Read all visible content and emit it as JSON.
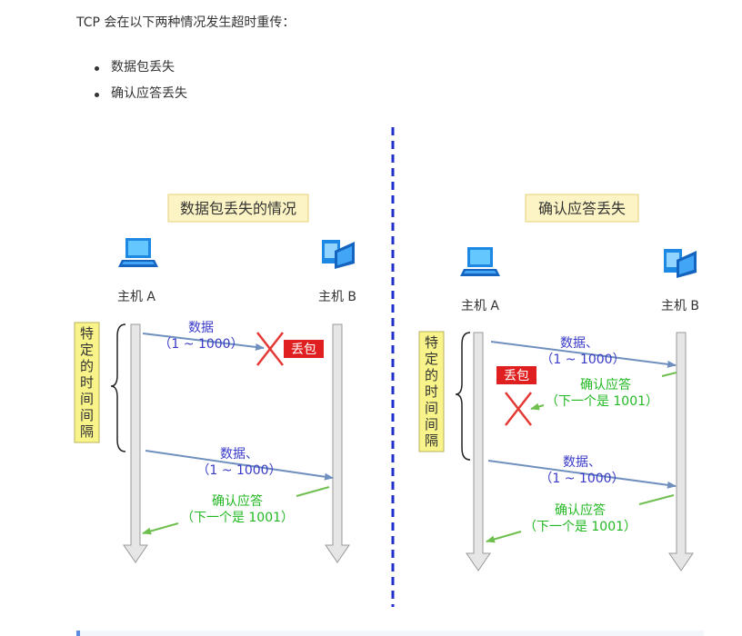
{
  "intro": "TCP 会在以下两种情况发生超时重传：",
  "bullets": [
    "数据包丢失",
    "确认应答丢失"
  ],
  "left_panel": {
    "title": "数据包丢失的情况",
    "host_a": "主机 A",
    "host_b": "主机 B",
    "interval_label": [
      "特",
      "定",
      "的",
      "时",
      "间",
      "间",
      "隔"
    ],
    "msg1_line1": "数据",
    "msg1_line2": "（1 ~ 1000）",
    "lost_badge": "丢包",
    "msg2_line1": "数据、",
    "msg2_line2": "（1 ~ 1000）",
    "ack_line1": "确认应答",
    "ack_line2": "（下一个是 1001）"
  },
  "right_panel": {
    "title": "确认应答丢失",
    "host_a": "主机 A",
    "host_b": "主机 B",
    "interval_label": [
      "特",
      "定",
      "的",
      "时",
      "间",
      "间",
      "隔"
    ],
    "msg1_line1": "数据、",
    "msg1_line2": "（1 ~ 1000）",
    "ack1_line1": "确认应答",
    "ack1_line2": "（下一个是 1001）",
    "lost_badge": "丢包",
    "msg2_line1": "数据、",
    "msg2_line2": "（1 ~ 1000）",
    "ack2_line1": "确认应答",
    "ack2_line2": "（下一个是 1001）"
  },
  "colors": {
    "blue_text": "#3a3ac8",
    "green_text": "#22b822",
    "arrow_blue": "#6f8fbf",
    "arrow_green": "#6fbf4f",
    "lost_red": "#e53935",
    "title_bg": "#fcf4c4",
    "interval_bg": "#f9f48a",
    "divider": "#1f2fc9"
  }
}
